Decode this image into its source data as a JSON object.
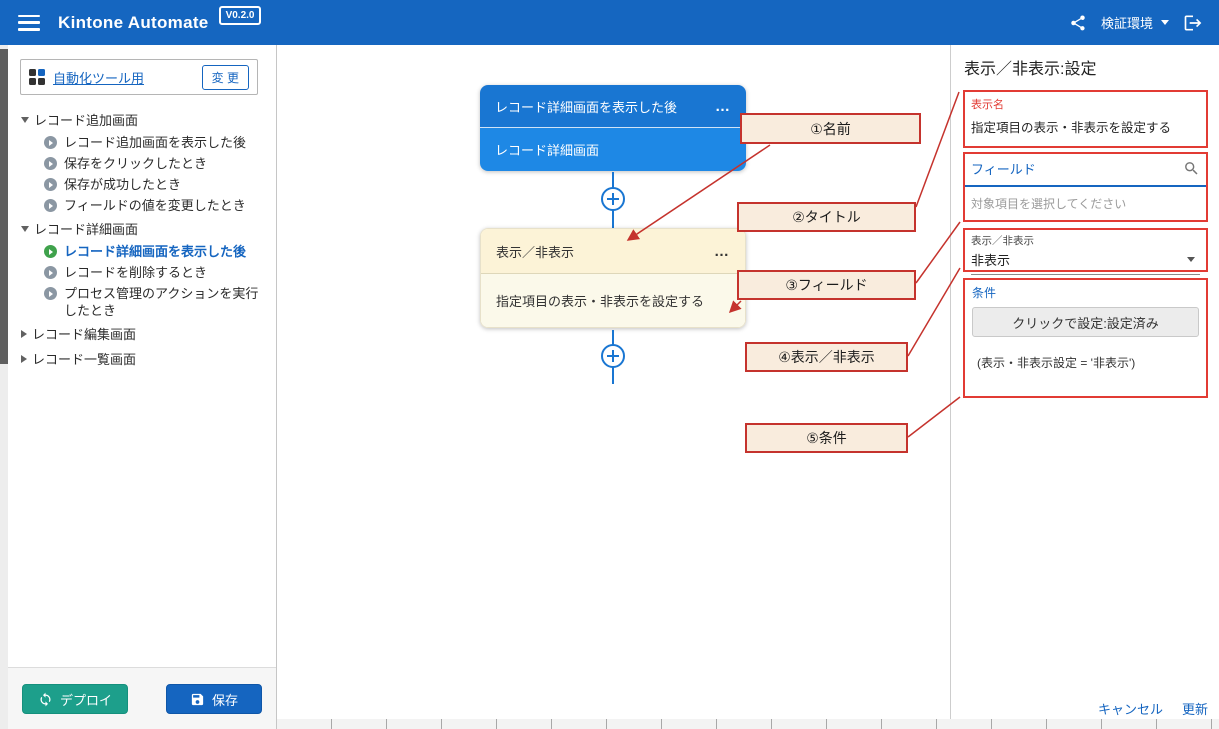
{
  "topbar": {
    "title": "Kintone Automate",
    "version_badge": "V0.2.0",
    "environment": "検証環境",
    "bar_color": "#1566c0",
    "icons": {
      "menu": "hamburger-icon",
      "share": "share-icon",
      "env_caret": "chevron-down-icon",
      "logout": "logout-icon"
    }
  },
  "sidebar": {
    "app_link": "自動化ツール用",
    "change_button": "変 更",
    "groups": [
      {
        "label": "レコード追加画面",
        "expanded": true,
        "items": [
          "レコード追加画面を表示した後",
          "保存をクリックしたとき",
          "保存が成功したとき",
          "フィールドの値を変更したとき"
        ]
      },
      {
        "label": "レコード詳細画面",
        "expanded": true,
        "items": [
          "レコード詳細画面を表示した後",
          "レコードを削除するとき",
          "プロセス管理のアクションを実行したとき"
        ],
        "active_item": "レコード詳細画面を表示した後"
      },
      {
        "label": "レコード編集画面",
        "expanded": false,
        "items": []
      },
      {
        "label": "レコード一覧画面",
        "expanded": false,
        "items": []
      }
    ],
    "deploy_button": "デプロイ",
    "save_button": "保存"
  },
  "canvas": {
    "nodes": [
      {
        "type": "trigger",
        "title": "レコード詳細画面を表示した後",
        "subtitle": "レコード詳細画面",
        "menu": "…",
        "header_color": "#1976d2",
        "body_color": "#1e88e5"
      },
      {
        "type": "action",
        "title": "表示／非表示",
        "subtitle": "指定項目の表示・非表示を設定する",
        "menu": "…",
        "header_color": "#fcf3d7",
        "body_color": "#fbf9ea"
      }
    ],
    "annotations": [
      "①名前",
      "②タイトル",
      "③フィールド",
      "④表示／非表示",
      "⑤条件"
    ],
    "annotation_color": "#c5332d"
  },
  "panel": {
    "title": "表示／非表示:設定",
    "display_name": {
      "label": "表示名",
      "value": "指定項目の表示・非表示を設定する"
    },
    "field_picker": {
      "label": "フィールド",
      "placeholder": "対象項目を選択してください"
    },
    "visibility_select": {
      "label": "表示／非表示",
      "value": "非表示"
    },
    "condition": {
      "label": "条件",
      "set_button": "クリックで設定:設定済み",
      "summary": "(表示・非表示設定 = '非表示')"
    },
    "cancel_link": "キャンセル",
    "update_link": "更新"
  }
}
